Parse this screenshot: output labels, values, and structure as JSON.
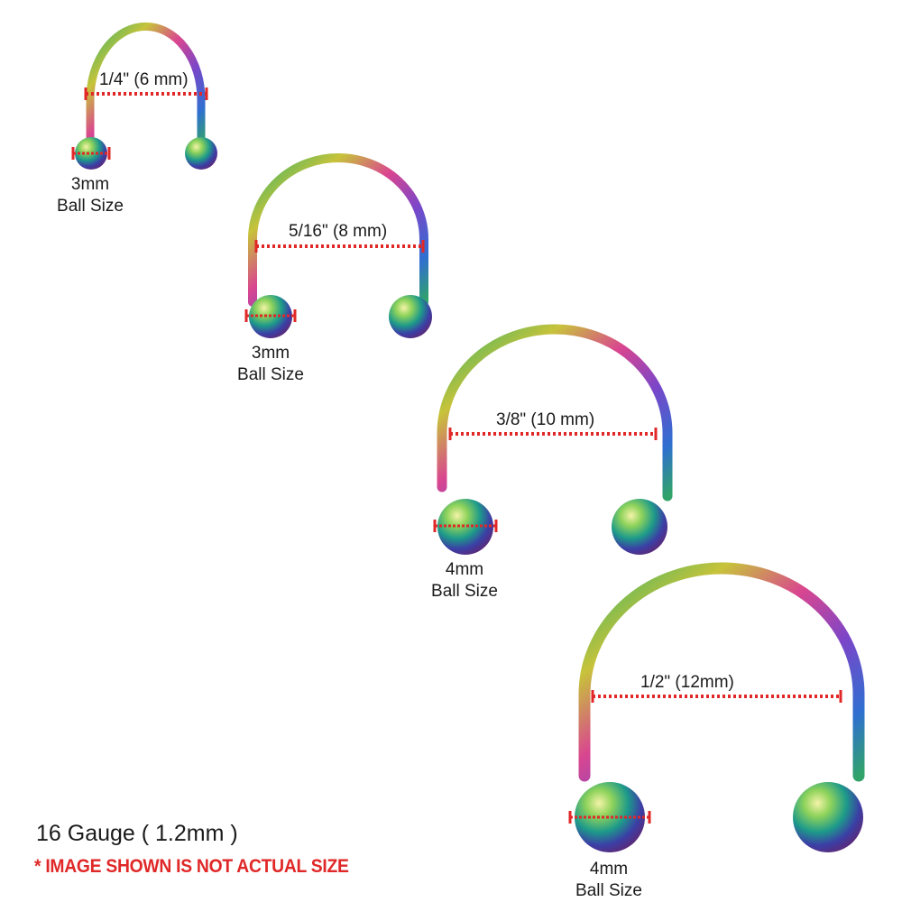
{
  "rings": [
    {
      "diameter_label": "1/4\" (6 mm)",
      "ball_size": "3mm",
      "ball_caption": "Ball Size"
    },
    {
      "diameter_label": "5/16\" (8 mm)",
      "ball_size": "3mm",
      "ball_caption": "Ball Size"
    },
    {
      "diameter_label": "3/8\" (10 mm)",
      "ball_size": "4mm",
      "ball_caption": "Ball Size"
    },
    {
      "diameter_label": "1/2\" (12mm)",
      "ball_size": "4mm",
      "ball_caption": "Ball Size"
    }
  ],
  "gauge_label": "16 Gauge ( 1.2mm )",
  "disclaimer": "* IMAGE SHOWN IS NOT ACTUAL SIZE",
  "colors": {
    "measure_red": "#e02828",
    "text": "#1a1a1a"
  }
}
